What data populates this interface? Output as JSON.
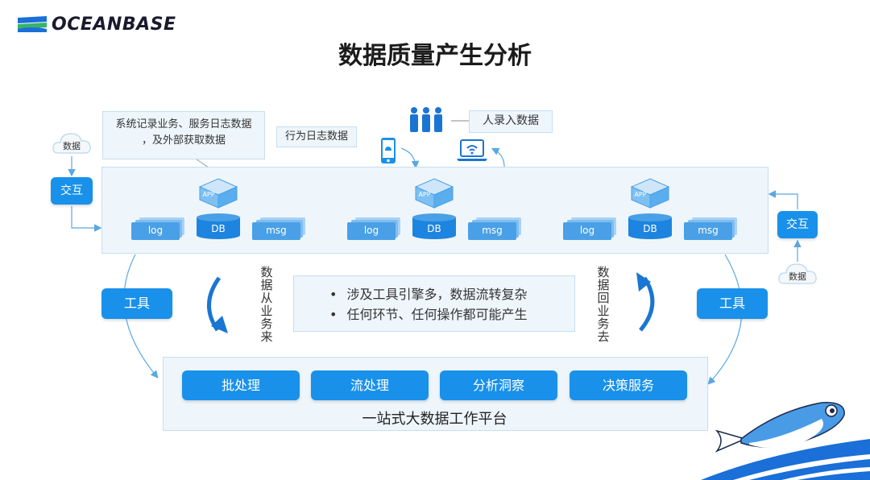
{
  "header": {
    "logo_text": "OCEANBASE",
    "title": "数据质量产生分析"
  },
  "sources": {
    "system_log_callout": [
      "系统记录业务、服务日志数据",
      "，及外部获取数据"
    ],
    "behavior_log_label": "行为日志数据",
    "manual_entry_label": "人录入数据"
  },
  "left_side": {
    "cloud_label": "数据",
    "interact_label": "交互",
    "tool_label": "工具",
    "flow_text": "数据从业务来"
  },
  "right_side": {
    "cloud_label": "数据",
    "interact_label": "交互",
    "tool_label": "工具",
    "flow_text": "数据回业务去"
  },
  "app_groups": [
    {
      "app_label": "APP",
      "log_label": "log",
      "db_label": "DB",
      "msg_label": "msg"
    },
    {
      "app_label": "APP",
      "log_label": "log",
      "db_label": "DB",
      "msg_label": "msg"
    },
    {
      "app_label": "APP",
      "log_label": "log",
      "db_label": "DB",
      "msg_label": "msg"
    }
  ],
  "center_notes": [
    "涉及工具引擎多，数据流转复杂",
    "任何环节、任何操作都可能产生"
  ],
  "platform": {
    "buttons": [
      "批处理",
      "流处理",
      "分析洞察",
      "决策服务"
    ],
    "label": "一站式大数据工作平台"
  },
  "colors": {
    "accent": "#1991ea",
    "panel_bg": "#eef6fc",
    "panel_border": "#c6def2",
    "arrow": "#5aa8e0"
  }
}
